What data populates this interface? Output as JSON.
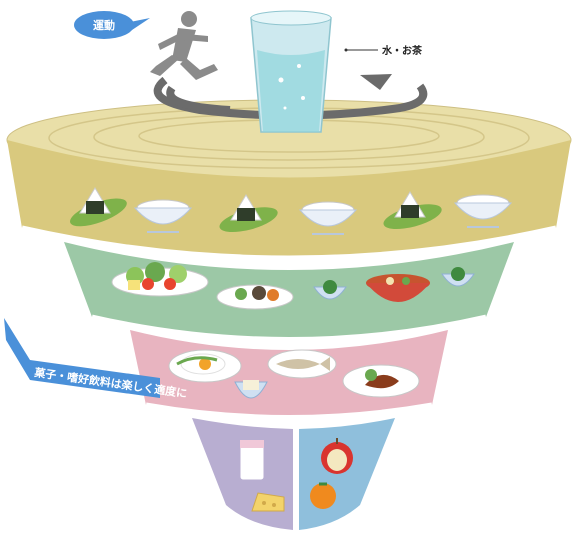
{
  "exercise_bubble": {
    "text": "運動",
    "color": "#4a90d9"
  },
  "water_label": {
    "text": "水・お茶"
  },
  "side_ribbon": {
    "text": "菓子・嗜好飲料は楽しく適度に",
    "color": "#4a90d9"
  },
  "tiers": [
    {
      "name": "grains",
      "color": "#d9c97e"
    },
    {
      "name": "vegetables",
      "color": "#9cc8a6"
    },
    {
      "name": "protein",
      "color": "#e8b4c0"
    },
    {
      "name": "milk",
      "color": "#b8aed1"
    },
    {
      "name": "fruit",
      "color": "#8fbfdc"
    }
  ],
  "icons": {
    "runner": "runner-icon",
    "water_glass": "water-glass-icon",
    "rice_ball": "rice-ball-icon",
    "rice_bowl": "rice-bowl-icon",
    "salad": "salad-icon",
    "soup": "soup-icon",
    "egg": "fried-egg-icon",
    "fish": "fish-icon",
    "meat": "meat-icon",
    "tofu": "tofu-icon",
    "milk": "milk-glass-icon",
    "cheese": "cheese-icon",
    "apple": "apple-icon",
    "orange": "orange-icon"
  }
}
